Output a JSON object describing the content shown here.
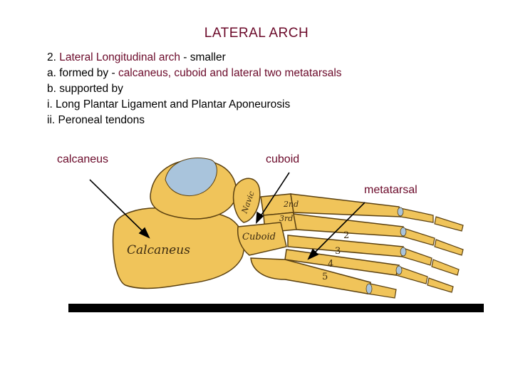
{
  "slide": {
    "title": "LATERAL ARCH",
    "lines": {
      "l1": {
        "prefix": "2. ",
        "highlight": "Lateral Longitudinal arch",
        "suffix": " - smaller"
      },
      "l2": {
        "prefix": "a. formed by - ",
        "highlight": "calcaneus, cuboid and lateral two metatarsals",
        "suffix": ""
      },
      "l3": {
        "text": "b. supported by"
      },
      "l4": {
        "text": "i. Long Plantar Ligament and Plantar Aponeurosis"
      },
      "l5": {
        "text": "ii. Peroneal tendons"
      }
    }
  },
  "labels": {
    "calcaneus": "calcaneus",
    "cuboid": "cuboid",
    "metatarsal": "metatarsal"
  },
  "figure_labels": {
    "calcaneus": "Calcaneus",
    "cuboid": "Cuboid",
    "navicular": "Navic",
    "cuneiform_2": "2nd",
    "cuneiform_3": "3rd",
    "metatarsal_2": "2",
    "metatarsal_3": "3",
    "metatarsal_4": "4",
    "metatarsal_5": "5"
  },
  "colors": {
    "heading": "#6b0a2a",
    "bone": "#f0c45a",
    "bone_outline": "#5a4010",
    "cartilage": "#a9c4dc",
    "ground": "#000000"
  }
}
